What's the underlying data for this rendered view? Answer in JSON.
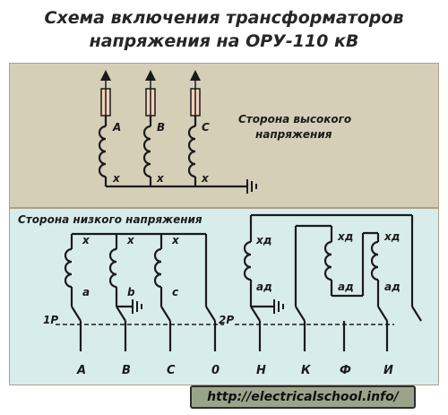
{
  "title": {
    "line1": "Схема включения трансформаторов",
    "line2": "напряжения на ОРУ-110 кВ"
  },
  "hv_side": {
    "label_line1": "Сторона высокого",
    "label_line2": "напряжения",
    "phase_labels": [
      "А",
      "В",
      "С"
    ],
    "end_labels": [
      "х",
      "х",
      "х"
    ]
  },
  "lv_side": {
    "label": "Сторона низкого напряжения",
    "group1": {
      "switch_label": "1Р",
      "top_labels": [
        "х",
        "х",
        "х"
      ],
      "bottom_labels": [
        "а",
        "b",
        "с"
      ],
      "terminals": [
        "А",
        "В",
        "С",
        "0"
      ]
    },
    "group2": {
      "switch_label": "2Р",
      "top_labels": [
        "хд",
        "хд",
        "хд"
      ],
      "bottom_labels": [
        "ад",
        "ад",
        "ад"
      ],
      "terminals": [
        "Н",
        "К",
        "Ф",
        "И"
      ]
    }
  },
  "footer": {
    "url": "http://electricalschool.info/"
  },
  "colors": {
    "hv_panel": "#d5cfb8",
    "lv_panel": "#d9ecec",
    "fuse_fill": "#f2d2b8",
    "badge": "#9aa48a"
  }
}
